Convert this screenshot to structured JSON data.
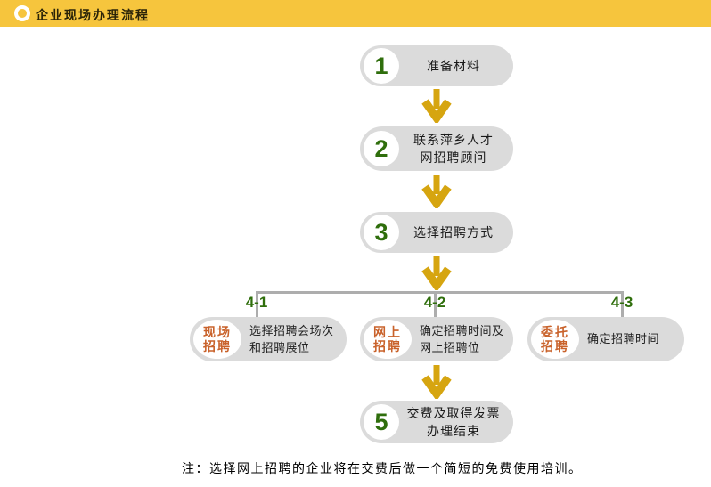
{
  "header": {
    "title": "企业现场办理流程",
    "icon": "ring-icon"
  },
  "steps": [
    {
      "num": "1",
      "label": "准备材料"
    },
    {
      "num": "2",
      "label": "联系萍乡人才\n网招聘顾问"
    },
    {
      "num": "3",
      "label": "选择招聘方式"
    },
    {
      "num": "5",
      "label": "交费及取得发票\n办理结束"
    }
  ],
  "branches": [
    {
      "id": "4-1",
      "tag": "现场\n招聘",
      "desc": "选择招聘会场次\n和招聘展位"
    },
    {
      "id": "4-2",
      "tag": "网上\n招聘",
      "desc": "确定招聘时间及\n网上招聘位"
    },
    {
      "id": "4-3",
      "tag": "委托\n招聘",
      "desc": "确定招聘时间"
    }
  ],
  "note": "注：选择网上招聘的企业将在交费后做一个简短的免费使用培训。",
  "colors": {
    "header_bar": "#F6C53D",
    "pill": "#DBDBDB",
    "line": "#ADADAD",
    "green": "#2F6E0C",
    "orange": "#C9622B",
    "arrow": "#D6A510",
    "title_ink": "#2B2408",
    "ink": "#1A1A1A"
  }
}
